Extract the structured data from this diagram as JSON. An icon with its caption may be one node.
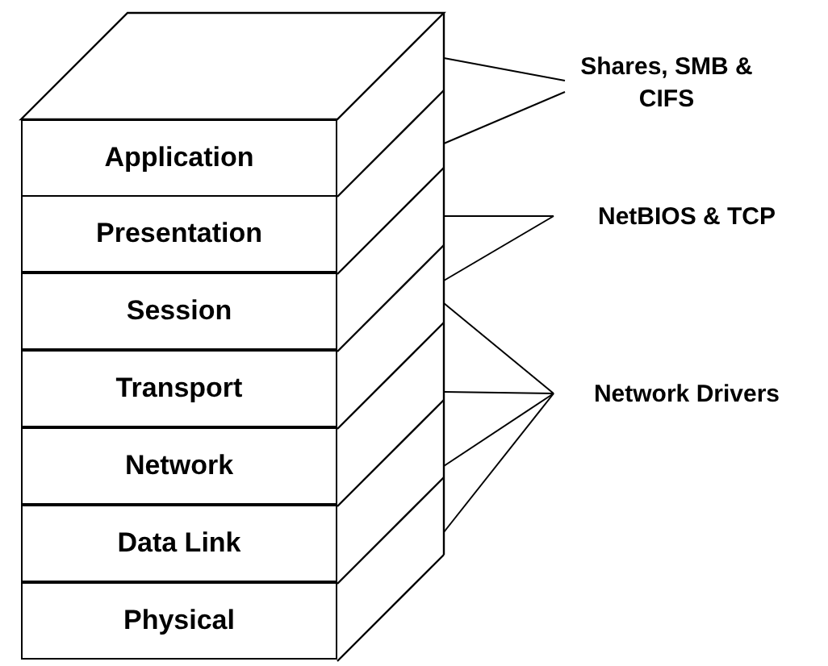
{
  "diagram": {
    "nodes": [
      {
        "text": [],
        "shape": "box"
      },
      {
        "text": [
          "Application"
        ],
        "in": 0
      },
      {
        "text": [
          "Presentation"
        ],
        "in": 0
      },
      {
        "text": [
          "Session"
        ],
        "in": 0
      },
      {
        "text": [
          "Transport"
        ],
        "in": 0
      },
      {
        "text": [
          "Network"
        ],
        "in": 0
      },
      {
        "text": [
          "Data Link"
        ],
        "in": 0
      },
      {
        "text": [
          "Physical"
        ],
        "in": 0
      },
      {
        "text": [
          "Shares, SMB & CIFS"
        ]
      },
      {
        "text": [
          "NetBIOS & TCP"
        ]
      },
      {
        "text": [
          "Network Drivers"
        ]
      }
    ],
    "edges": [
      {
        "from": 8,
        "to": 0,
        "arrow": "none"
      },
      {
        "from": 8,
        "to": 0,
        "arrow": "none"
      },
      {
        "from": 9,
        "to": 0,
        "arrow": "none"
      },
      {
        "from": 9,
        "to": 0,
        "arrow": "none"
      },
      {
        "from": 10,
        "to": 0,
        "arrow": "none"
      },
      {
        "from": 10,
        "to": 0,
        "arrow": "none"
      },
      {
        "from": 10,
        "to": 0,
        "arrow": "none"
      },
      {
        "from": 10,
        "to": 0,
        "arrow": "none"
      }
    ]
  }
}
